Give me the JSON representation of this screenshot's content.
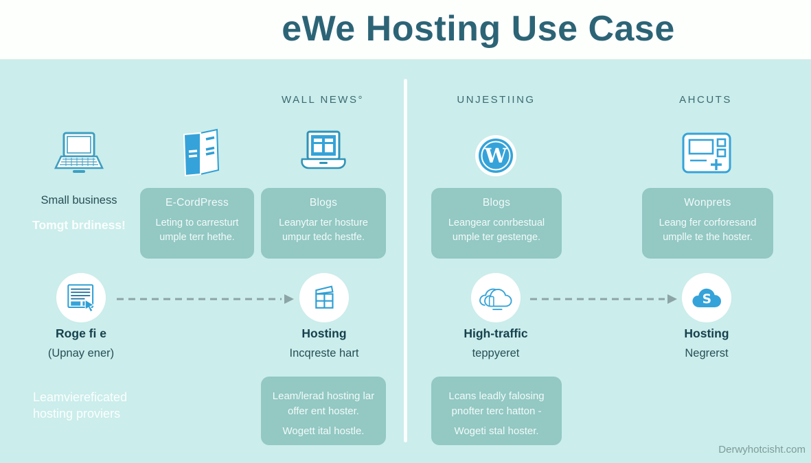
{
  "header": {
    "title": "eWe Hosting Use Case"
  },
  "column_headers": {
    "left": "WALL NEWS°",
    "middle": "UNJESTIING",
    "right": "AHCUTS"
  },
  "row_use_cases": {
    "small_business": {
      "label": "Small business",
      "sublabel": "Tomgt brdiness!"
    },
    "cordpress_card": {
      "title": "E-CordPress",
      "body": "Leting to carresturt umple terr hethe."
    },
    "blogs_card_left": {
      "title": "Blogs",
      "body": "Leanytar ter hosture umpur tedc hestfe."
    },
    "blogs_card_right": {
      "title": "Blogs",
      "body": "Leangear conrbestual umple ter gestenge."
    },
    "wonprets_card": {
      "title": "Wonprets",
      "body": "Leang fer corforesand umplle te the hoster."
    }
  },
  "row_flow": {
    "roge": {
      "label": "Roge fi e",
      "sublabel": "(Upnay ener)"
    },
    "hosting_left": {
      "label": "Hosting",
      "sublabel": "Incqreste hart"
    },
    "high_traffic": {
      "label": "High-traffic",
      "sublabel": "teppyeret"
    },
    "hosting_right": {
      "label": "Hosting",
      "sublabel": "Negrerst"
    }
  },
  "row_bottom": {
    "note_line1": "Leamviereficated",
    "note_line2": "hosting proviers",
    "card_left": {
      "body": "Leam/lerad hosting lar offer ent hoster.",
      "footer": "Wogett ital hostle."
    },
    "card_right": {
      "body": "Lcans leadly falosing pnofter terc hatton -",
      "footer": "Wogeti stal hoster."
    }
  },
  "icons": {
    "wordpress_letter": "W",
    "cloud_letter": "S"
  },
  "footer": {
    "watermark": "Derwyhotcisht.com"
  },
  "colors": {
    "header_bg": "#fdfffd",
    "canvas_bg": "#cbedeb",
    "card_bg": "#93c8c3",
    "title_text": "#2c6476",
    "dark_text": "#274f57",
    "icon_blue": "#35a3d9",
    "icon_teal_outline": "#3d9fc0",
    "arrow_gray": "#8ca4a6"
  }
}
